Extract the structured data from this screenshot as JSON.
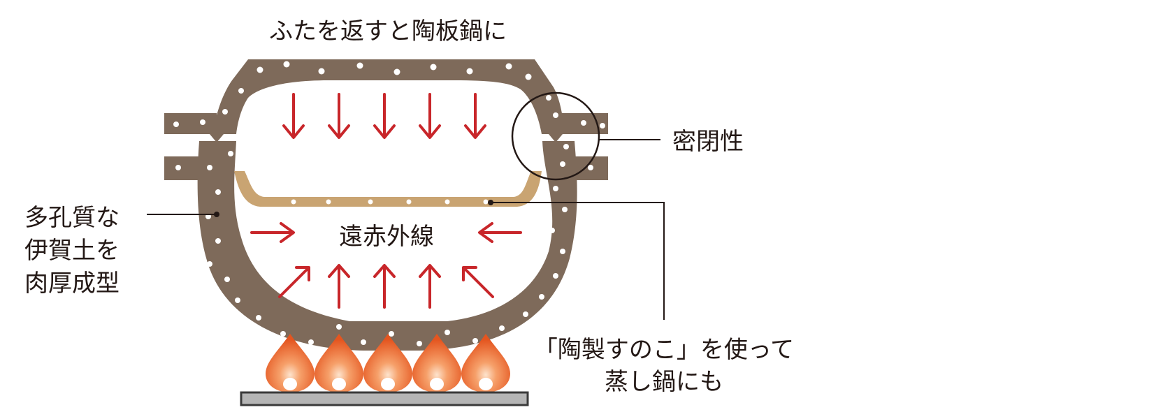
{
  "labels": {
    "top_caption": "ふたを返すと陶板鍋に",
    "seal": "密閉性",
    "clay_line1": "多孔質な",
    "clay_line2": "伊賀土を",
    "clay_line3": "肉厚成型",
    "far_infrared": "遠赤外線",
    "steamer_line1": "「陶製すのこ」を使って",
    "steamer_line2": "蒸し鍋にも"
  },
  "colors": {
    "pot": "#7e6a5a",
    "arrow": "#c8262a",
    "steamer_plate": "#c9a472",
    "flame_outer": "#e85d2a",
    "flame_inner": "#f6b07a",
    "burner_plate": "#b5b5b5",
    "line": "#231815"
  }
}
